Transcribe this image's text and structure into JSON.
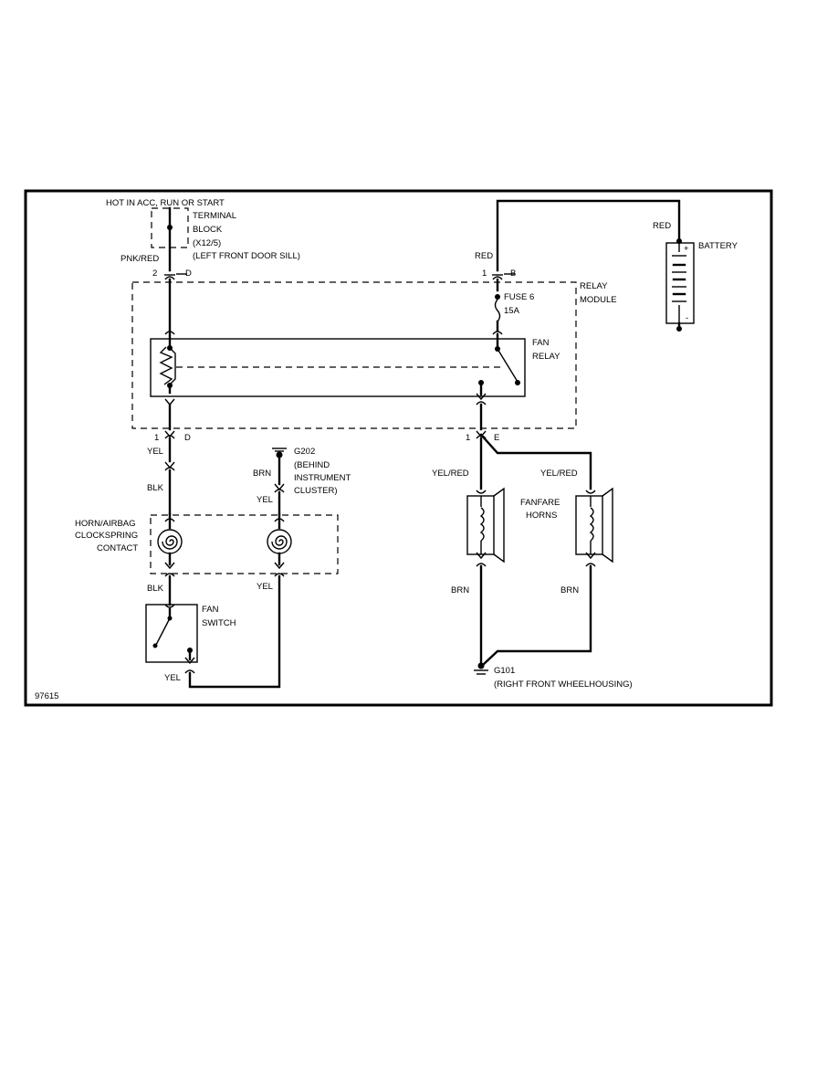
{
  "diagram_id": "97615",
  "colors": {
    "ink": "#000000",
    "paper": "#ffffff"
  },
  "power_source": "HOT IN ACC, RUN OR START",
  "terminal_block": {
    "l1": "TERMINAL",
    "l2": "BLOCK",
    "l3": "(X12/5)",
    "l4": "(LEFT FRONT DOOR SILL)"
  },
  "relay_module": {
    "l1": "RELAY",
    "l2": "MODULE"
  },
  "fan_relay": {
    "l1": "FAN",
    "l2": "RELAY"
  },
  "fuse": {
    "name": "FUSE 6",
    "rating": "15A"
  },
  "battery": {
    "label": "BATTERY",
    "plus": "+",
    "minus": "-"
  },
  "ground_g202": {
    "name": "G202",
    "l1": "(BEHIND",
    "l2": "INSTRUMENT",
    "l3": "CLUSTER)"
  },
  "clockspring": {
    "l1": "HORN/AIRBAG",
    "l2": "CLOCKSPRING",
    "l3": "CONTACT"
  },
  "fan_switch": {
    "l1": "FAN",
    "l2": "SWITCH"
  },
  "horns": {
    "l1": "FANFARE",
    "l2": "HORNS"
  },
  "ground_g101": {
    "name": "G101",
    "desc": "(RIGHT FRONT WHEELHOUSING)"
  },
  "pins": {
    "p2": "2",
    "pD": "D",
    "p1a": "1",
    "pB": "B",
    "p1b": "1",
    "pD2": "D",
    "p1c": "1",
    "pE": "E"
  },
  "wires": {
    "pnk_red": "PNK/RED",
    "red_top": "RED",
    "red_batt": "RED",
    "yel_1": "YEL",
    "blk_1": "BLK",
    "brn_g202": "BRN",
    "yel_g202": "YEL",
    "blk_2": "BLK",
    "yel_2": "YEL",
    "yel_switch": "YEL",
    "yel_red_1": "YEL/RED",
    "yel_red_2": "YEL/RED",
    "brn_1": "BRN",
    "brn_2": "BRN"
  }
}
